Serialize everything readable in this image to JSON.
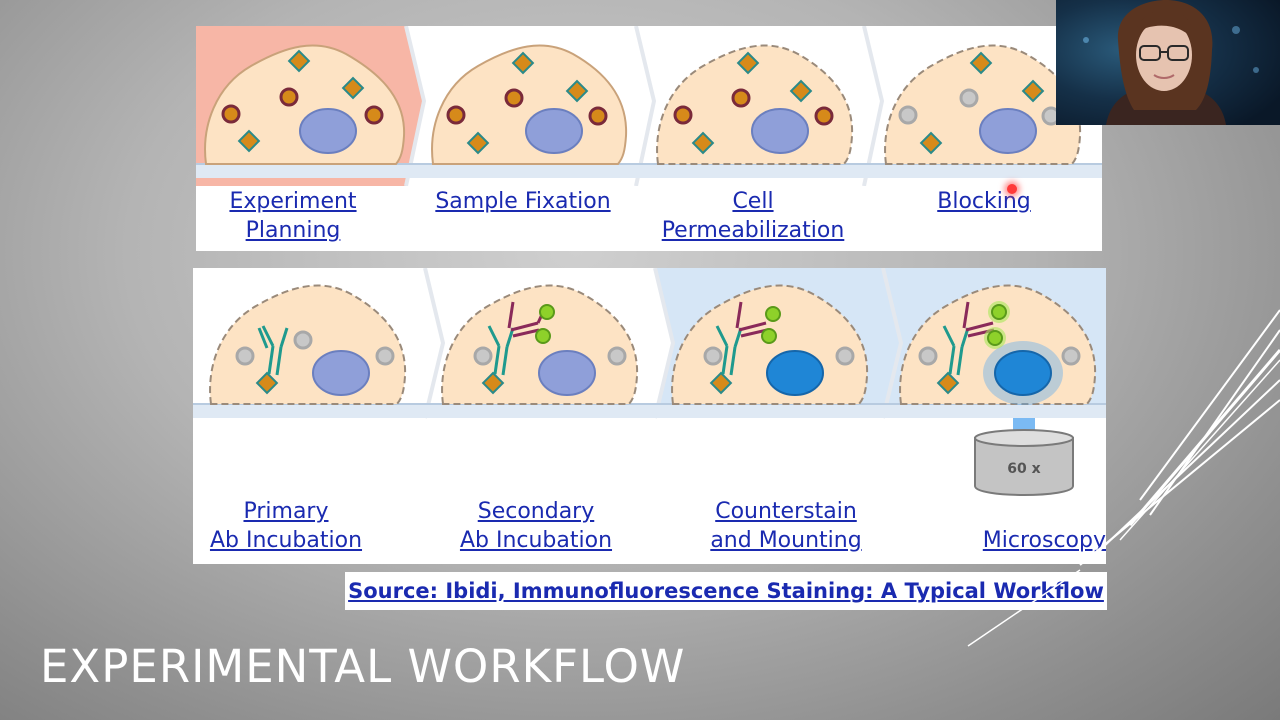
{
  "slide": {
    "title": "EXPERIMENTAL WORKFLOW",
    "source_link": "Source: Ibidi, Immunofluorescence Staining: A Typical Workflow"
  },
  "workflow": {
    "row1": [
      {
        "label": "Experiment\nPlanning"
      },
      {
        "label": "Sample Fixation"
      },
      {
        "label": "Cell\nPermeabilization"
      },
      {
        "label": "Blocking"
      }
    ],
    "row2": [
      {
        "label": "Primary\nAb Incubation"
      },
      {
        "label": "Secondary\nAb Incubation"
      },
      {
        "label": "Counterstain\nand Mounting"
      },
      {
        "label": "Microscopy"
      }
    ],
    "objective_label": "60 x"
  },
  "colors": {
    "link": "#1a2ab0",
    "cell_fill": "#fde3c4",
    "nucleus": "#8f9fd9",
    "nucleus_stained": "#1f86d6",
    "protein": "#d68a1a",
    "antibody_primary": "#1f9a8e",
    "antibody_secondary": "#8a2a5a",
    "fluorophore": "#8ed12a",
    "planning_highlight": "#f7b6a6"
  }
}
